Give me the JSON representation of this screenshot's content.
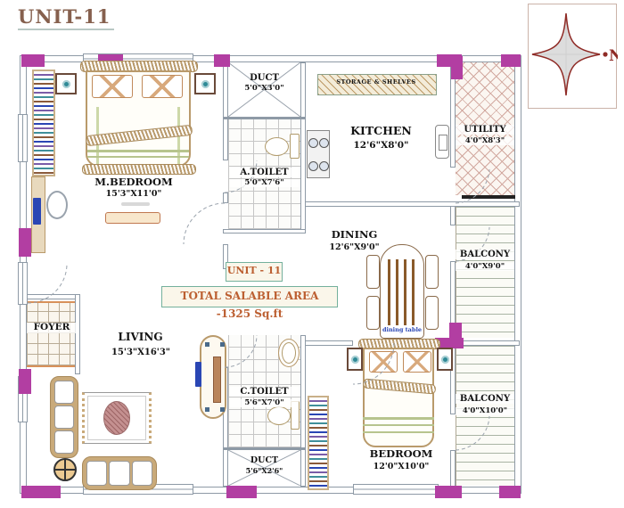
{
  "page": {
    "title": "UNIT-11"
  },
  "compass": {
    "label": "N"
  },
  "boxes": {
    "unit": "UNIT - 11",
    "area": "TOTAL SALABLE AREA -1325 Sq.ft"
  },
  "rooms": {
    "m_bedroom": {
      "name": "M.BEDROOM",
      "dims": "15'3\"X11'0\""
    },
    "duct_top": {
      "name": "DUCT",
      "dims": "5'0\"X3'0\""
    },
    "a_toilet": {
      "name": "A.TOILET",
      "dims": "5'0\"X7'6\""
    },
    "kitchen": {
      "name": "KITCHEN",
      "dims": "12'6\"X8'0\""
    },
    "storage": {
      "name": "STORAGE & SHELVES"
    },
    "utility": {
      "name": "UTILITY",
      "dims": "4'0\"X8'3\""
    },
    "balcony_top": {
      "name": "BALCONY",
      "dims": "4'0\"X9'0\""
    },
    "dining": {
      "name": "DINING",
      "dims": "12'6\"X9'0\""
    },
    "dining_table": {
      "label": "dining table"
    },
    "foyer": {
      "name": "FOYER"
    },
    "living": {
      "name": "LIVING",
      "dims": "15'3\"X16'3\""
    },
    "c_toilet": {
      "name": "C.TOILET",
      "dims": "5'6\"X7'0\""
    },
    "duct_bottom": {
      "name": "DUCT",
      "dims": "5'6\"X2'6\""
    },
    "bedroom": {
      "name": "BEDROOM",
      "dims": "12'0\"X10'0\""
    },
    "balcony_bottom": {
      "name": "BALCONY",
      "dims": "4'0\"X10'0\""
    }
  },
  "colors": {
    "accent": "#b23ea2",
    "wall": "#8e9aa6",
    "tan": "#b99a6b",
    "darkTan": "#8a6a4a",
    "title": "#86604e",
    "boxText": "#bc5f31",
    "boxBorder": "#74b09c",
    "blue": "#2a46b4",
    "teal": "#2f8a96",
    "red": "#8f2b26",
    "label": "#141414"
  }
}
